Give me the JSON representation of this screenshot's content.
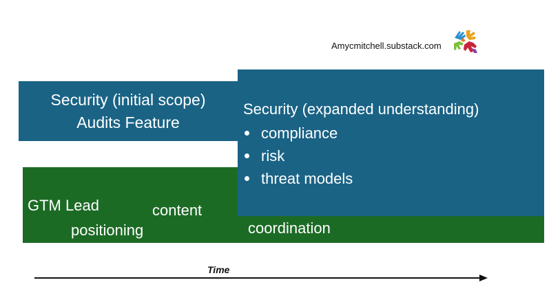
{
  "header": {
    "site": "Amycmitchell.substack.com",
    "logo_icon": "colorful-hands-logo-icon"
  },
  "initial_scope": {
    "line1": "Security (initial scope)",
    "line2": "Audits Feature",
    "color": "#1a6385"
  },
  "gtm": {
    "color": "#1c6b25",
    "lead": "GTM Lead",
    "positioning": "positioning",
    "content": "content",
    "coordination": "coordination"
  },
  "expanded": {
    "title": "Security (expanded understanding)",
    "color": "#1a6385",
    "items": [
      "compliance",
      "risk",
      "threat models"
    ]
  },
  "timeline": {
    "label": "Time"
  }
}
